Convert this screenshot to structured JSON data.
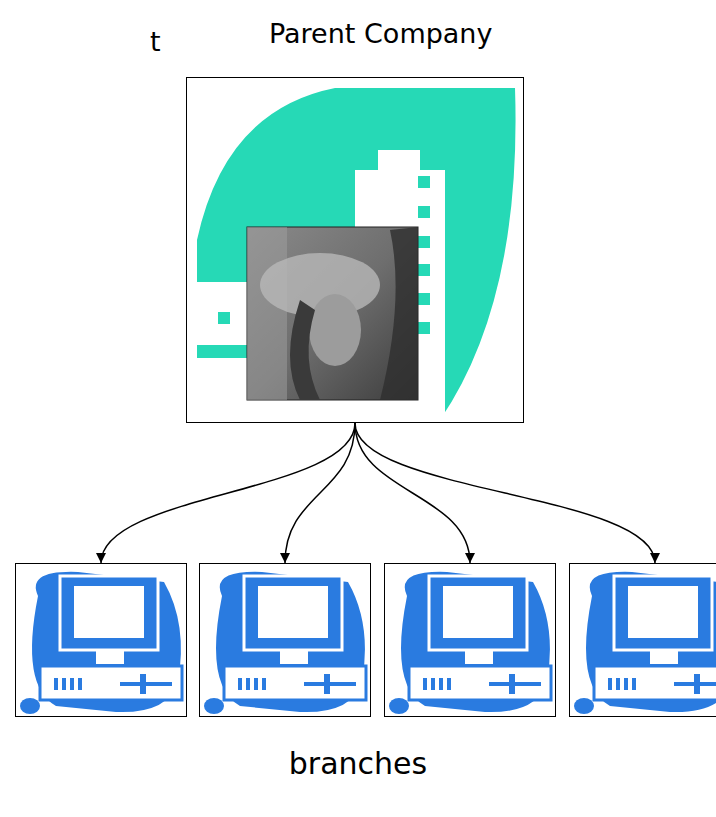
{
  "diagram": {
    "nodes": [
      {
        "text": [
          "Parent Company"
        ]
      },
      {
        "text": []
      },
      {
        "text": []
      },
      {
        "text": []
      },
      {
        "text": []
      }
    ],
    "edges": [
      {
        "from": 0,
        "to": 1,
        "arrow": "to"
      },
      {
        "from": 0,
        "to": 2,
        "arrow": "to"
      },
      {
        "from": 0,
        "to": 3,
        "arrow": "to"
      },
      {
        "from": 0,
        "to": 4,
        "arrow": "to"
      }
    ],
    "labels": [
      "t",
      "branches"
    ]
  }
}
